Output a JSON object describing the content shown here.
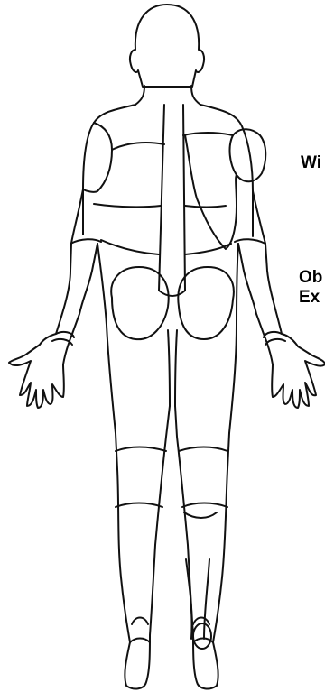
{
  "side_labels": {
    "top": "Wi",
    "middle_line1": "Ob",
    "middle_line2": "Ex"
  },
  "figure": {
    "icon": "human-body-back-outline-icon",
    "stroke_color": "#111111",
    "background_color": "#ffffff"
  }
}
